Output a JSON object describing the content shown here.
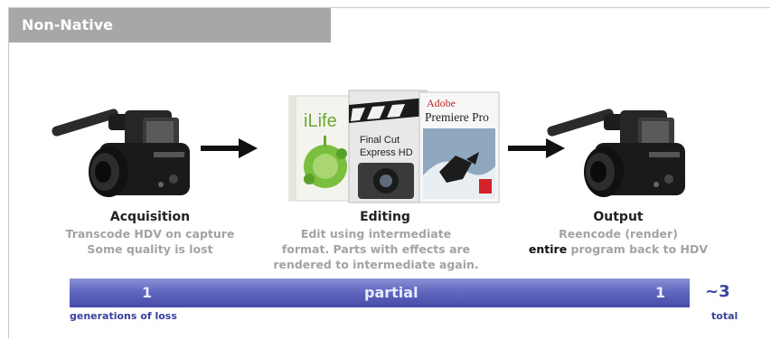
{
  "header": {
    "tab_label": "Non-Native"
  },
  "stages": [
    {
      "title": "Acquisition",
      "desc": [
        "Transcode HDV on capture",
        "Some quality is lost"
      ]
    },
    {
      "title": "Editing",
      "desc": [
        "Edit using intermediate",
        "format. Parts with effects are",
        "rendered to intermediate again."
      ]
    },
    {
      "title": "Output",
      "desc_line1": "Reencode (render)",
      "desc_bold": "entire",
      "desc_rest": " program back to HDV"
    }
  ],
  "software_boxes": {
    "ilife": "iLife",
    "fcp": [
      "Final Cut",
      "Express HD"
    ],
    "premiere_brand": "Adobe",
    "premiere": "Premiere Pro"
  },
  "loss_bar": {
    "segments": [
      "1",
      "partial",
      "1"
    ],
    "caption": "generations of loss",
    "total_value": "~3",
    "total_label": "total"
  },
  "colors": {
    "tab": "#a7a7a7",
    "bar": "#5b62bb",
    "accent": "#3a42a0",
    "muted_text": "#a3a3a3"
  }
}
